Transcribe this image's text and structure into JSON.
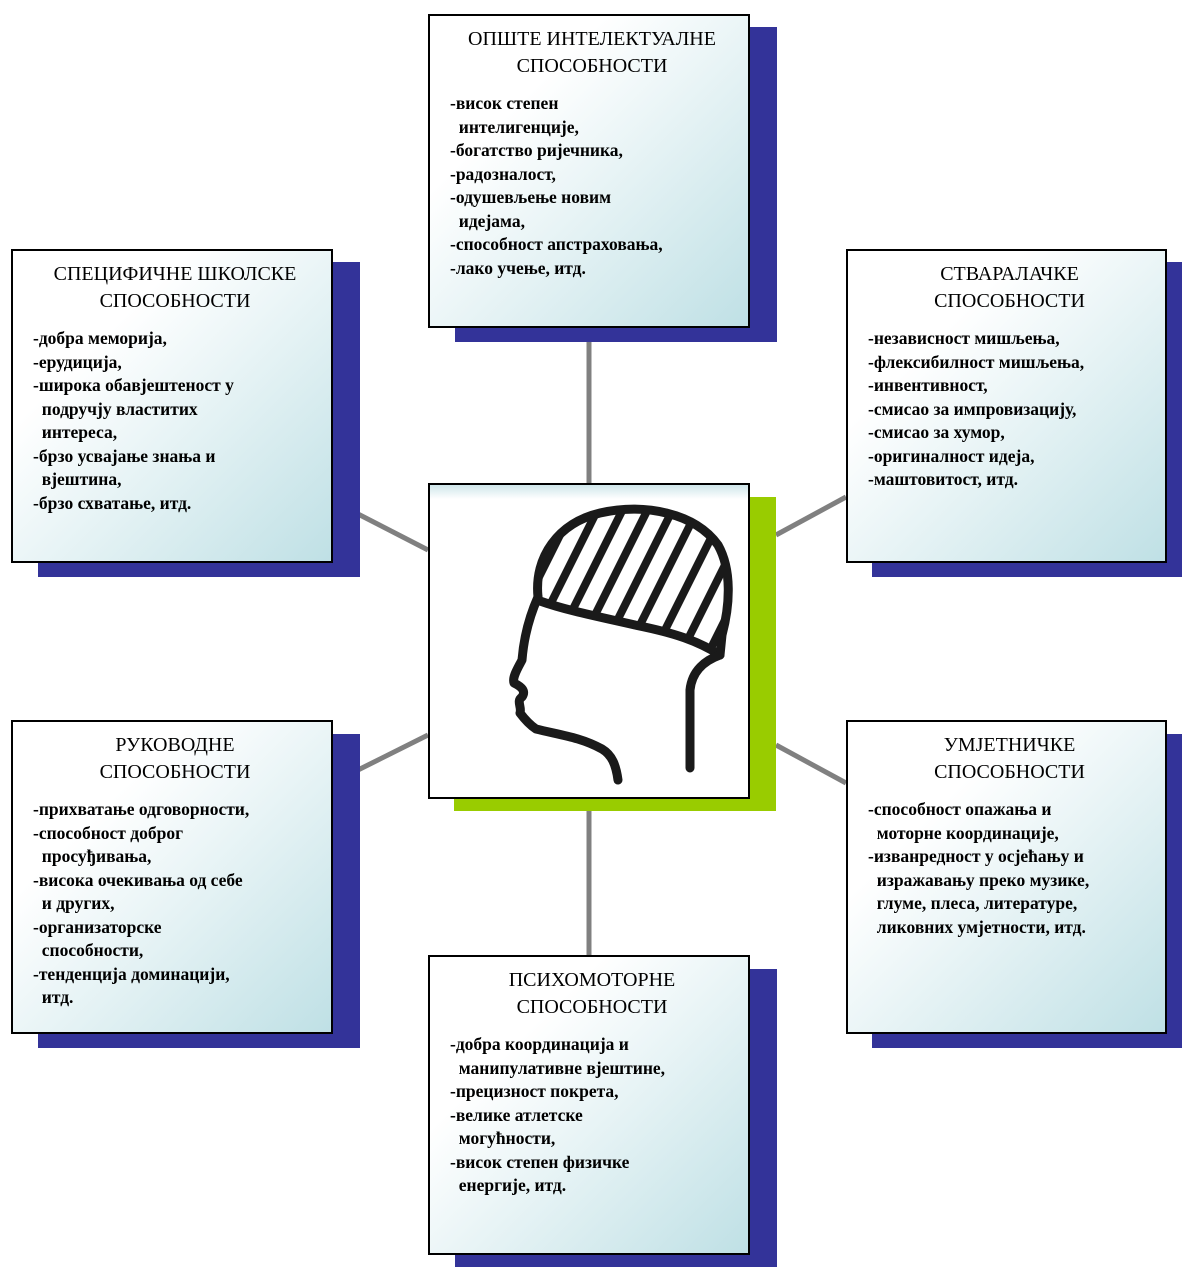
{
  "center": {
    "icon": "head-profile-icon"
  },
  "colors": {
    "box_shadow": "#333399",
    "center_shadow": "#99cc00",
    "connector": "#808080",
    "box_gradient_end": "#bfe0e5"
  },
  "boxes": {
    "top": {
      "title": "ОПШТЕ ИНТЕЛЕКТУАЛНЕ\nСПОСОБНОСТИ",
      "items": [
        "-висок степен",
        "  интелигенције,",
        "-богатство ријечника,",
        "-радозналост,",
        "-одушевљење новим",
        "  идејама,",
        "-способност апстраховања,",
        "-лако учење, итд."
      ]
    },
    "left_top": {
      "title": "СПЕЦИФИЧНЕ ШКОЛСКЕ\nСПОСОБНОСТИ",
      "items": [
        "-добра меморија,",
        "-ерудиција,",
        "-широка обавјештеност у",
        "  подручју властитих",
        "  интереса,",
        "-брзо усвајање знања и",
        "  вјештина,",
        "-брзо схватање, итд."
      ]
    },
    "right_top": {
      "title": "СТВАРАЛАЧКЕ\nСПОСОБНОСТИ",
      "items": [
        "-независност мишљења,",
        "-флексибилност мишљења,",
        "-инвентивност,",
        "-смисао за импровизацију,",
        "-смисао за хумор,",
        "-оригиналност идеја,",
        "-маштовитост, итд."
      ]
    },
    "left_bottom": {
      "title": "РУКОВОДНЕ\nСПОСОБНОСТИ",
      "items": [
        "-прихватање одговорности,",
        "-способност доброг",
        "  просуђивања,",
        "-висока очекивања од себе",
        "  и других,",
        "-организаторске",
        "  способности,",
        "-тенденција доминацији,",
        "  итд."
      ]
    },
    "right_bottom": {
      "title": "УМЈЕТНИЧКЕ\nСПОСОБНОСТИ",
      "items": [
        "-способност опажања и",
        "  моторне координације,",
        "-изванредност у осјећању и",
        "  изражавању преко музике,",
        "  глуме, плеса, литературе,",
        "  ликовних умјетности, итд."
      ]
    },
    "bottom": {
      "title": "ПСИХОМОТОРНЕ\nСПОСОБНОСТИ",
      "items": [
        "-добра координација и",
        "  манипулативне вјештине,",
        "-прецизност покрета,",
        "-велике атлетске",
        "  могућности,",
        "-висок степен физичке",
        "  енергије, итд."
      ]
    }
  }
}
